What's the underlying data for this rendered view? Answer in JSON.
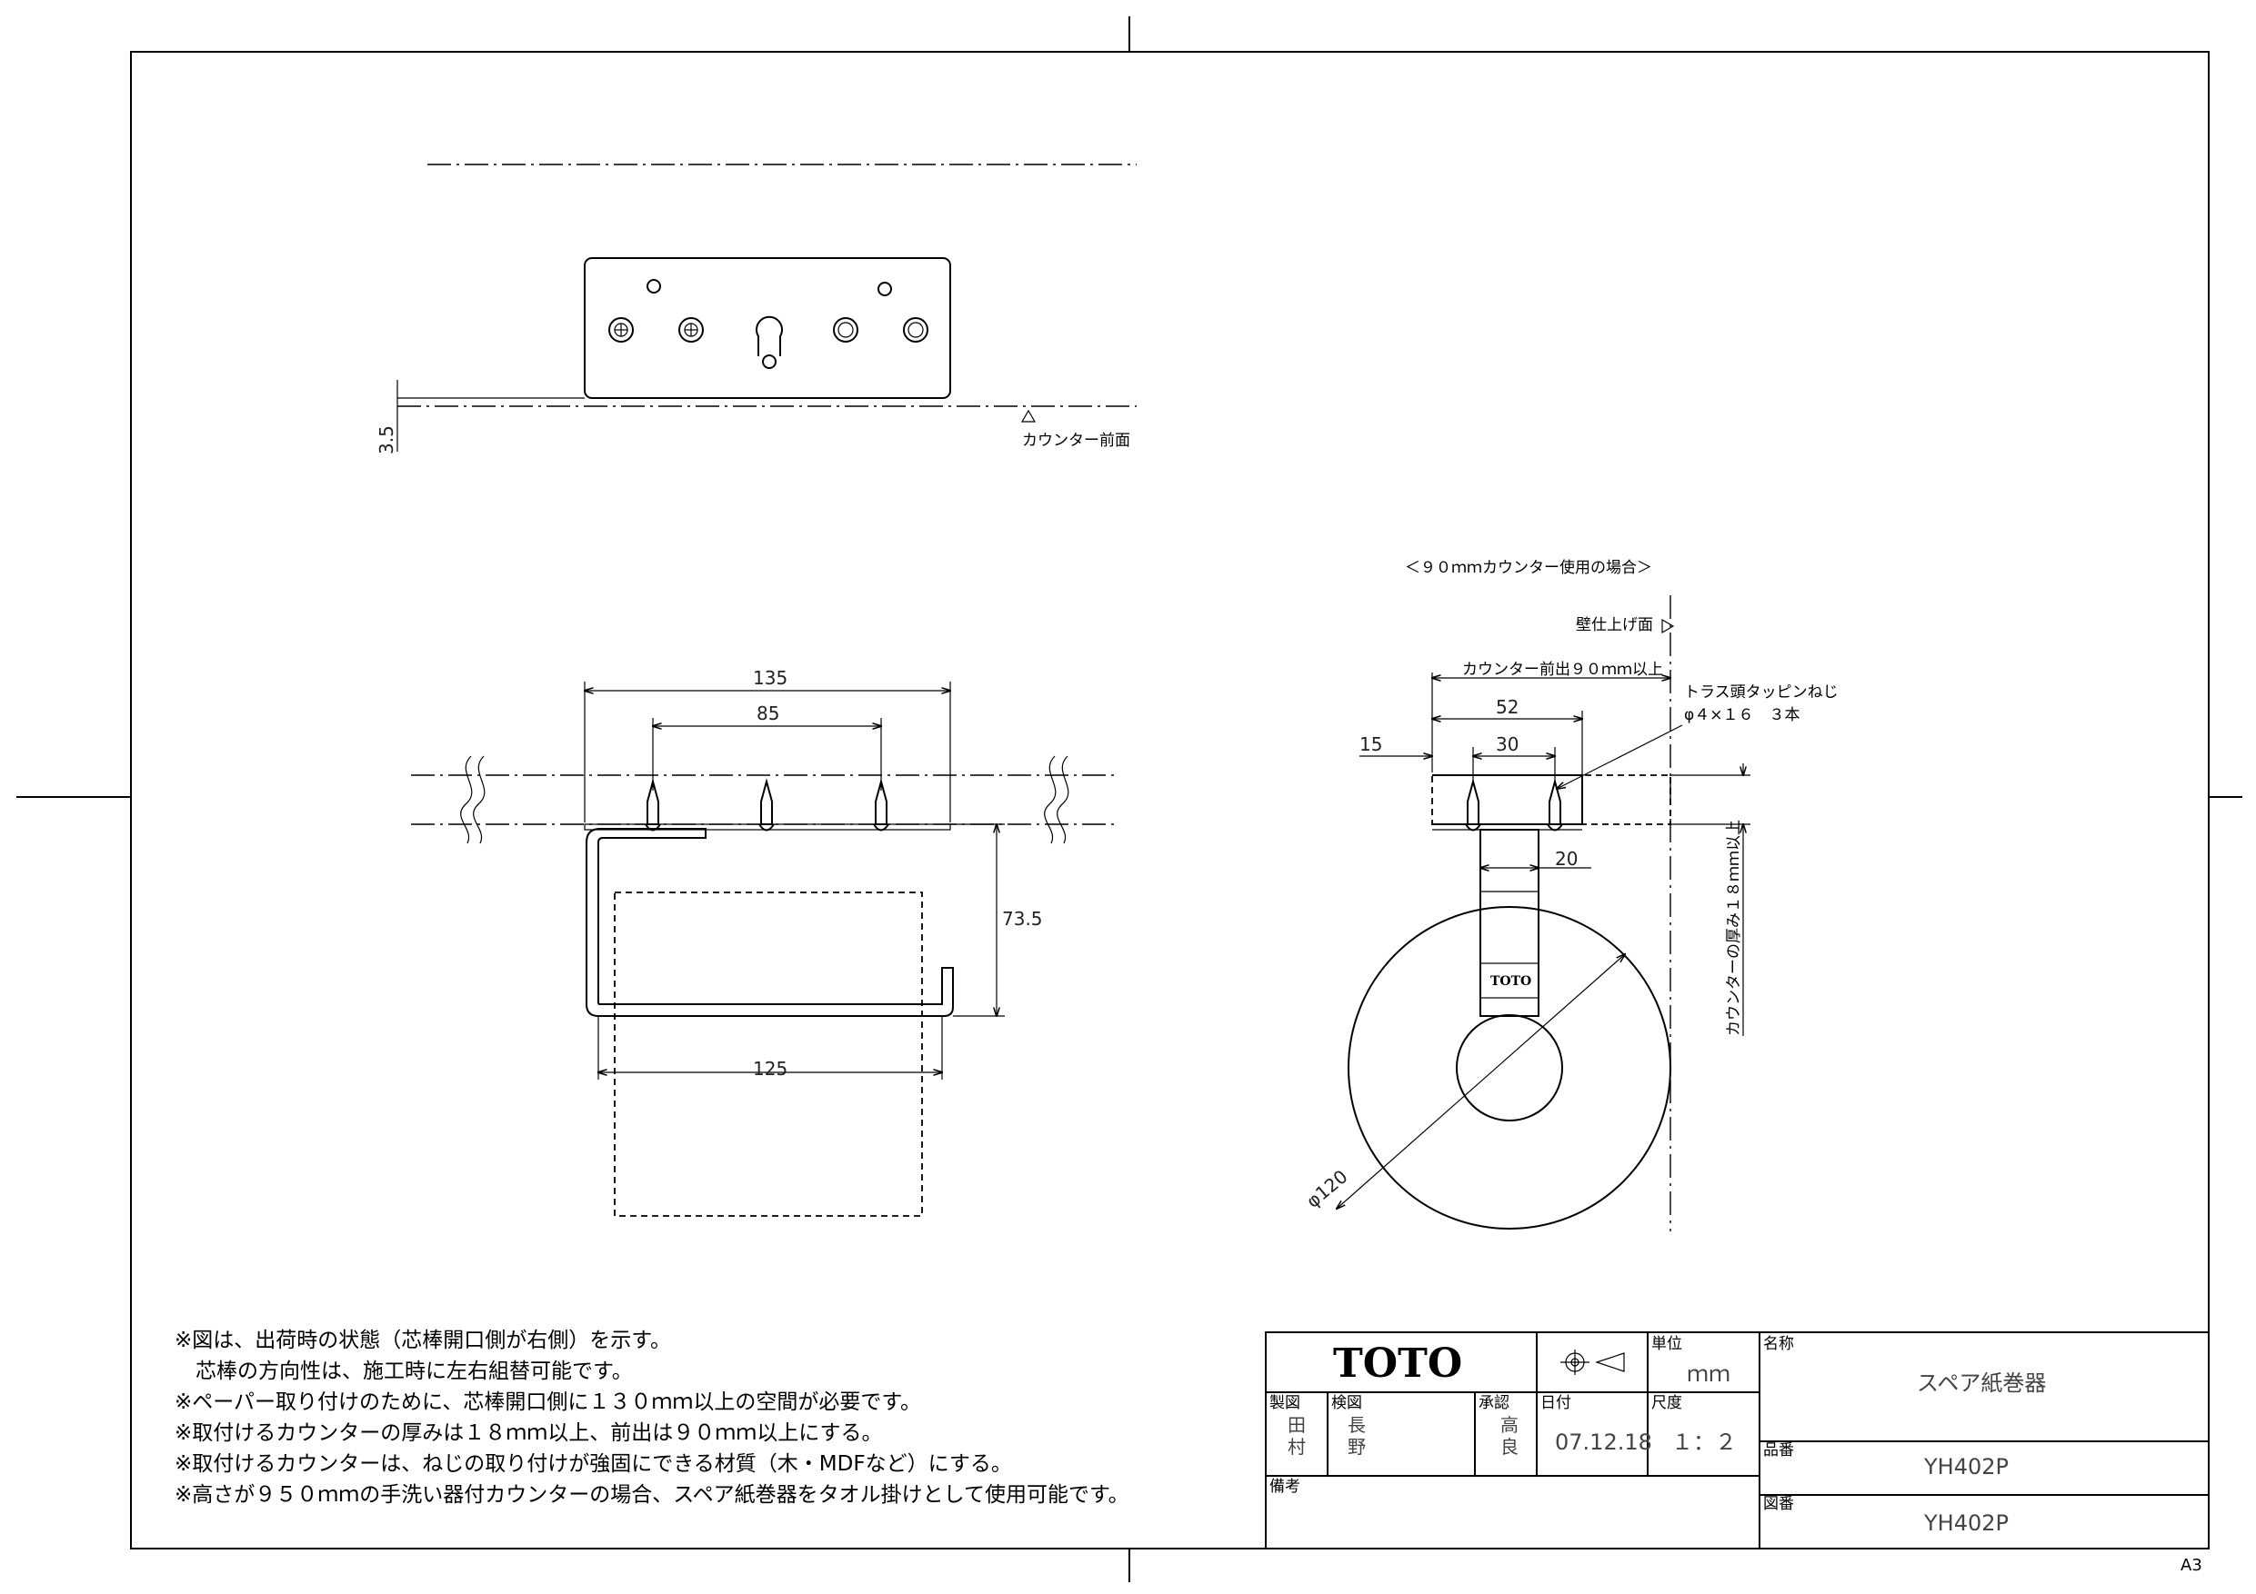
{
  "view_top": {
    "counter_front_label": "カウンター前面",
    "dim_edge": "3.5"
  },
  "view_front": {
    "dim_total_width": "135",
    "dim_screw_pitch": "85",
    "dim_projection": "73.5",
    "dim_paper_width": "125"
  },
  "view_side": {
    "title": "＜９０ｍｍカウンター使用の場合＞",
    "wall_finish_label": "壁仕上げ面",
    "counter_projection_label": "カウンター前出９０ｍｍ以上",
    "screw_label": "トラス頭タッピンねじ",
    "screw_spec": "φ４×１６　３本",
    "dim_52": "52",
    "dim_15": "15",
    "dim_30": "30",
    "dim_20": "20",
    "thickness_label": "カウンターの厚み１８ｍｍ以上",
    "dim_diameter": "φ120",
    "brand_mark": "TOTO"
  },
  "notes": [
    "※図は、出荷時の状態（芯棒開口側が右側）を示す。",
    "　芯棒の方向性は、施工時に左右組替可能です。",
    "※ペーパー取り付けのために、芯棒開口側に１３０ｍｍ以上の空間が必要です。",
    "※取付けるカウンターの厚みは１８ｍｍ以上、前出は９０ｍｍ以上にする。",
    "※取付けるカウンターは、ねじの取り付けが強固にできる材質（木・MDFなど）にする。",
    "※高さが９５０ｍｍの手洗い器付カウンターの場合、スペア紙巻器をタオル掛けとして使用可能です。"
  ],
  "title_block": {
    "logo": "TOTO",
    "unit_label": "単位",
    "unit_value": "ｍｍ",
    "name_label": "名称",
    "name_value": "スペア紙巻器",
    "drafted_label": "製図",
    "drafted_by": "田\n村",
    "checked_label": "検図",
    "checked_by": "長\n野",
    "approved_label": "承認",
    "approved_by": "高\n良",
    "date_label": "日付",
    "date_value": "07.12.18",
    "scale_label": "尺度",
    "scale_value": "１：２",
    "product_no_label": "品番",
    "product_no_value": "YH402P",
    "remarks_label": "備考",
    "drawing_no_label": "図番",
    "drawing_no_value": "YH402P"
  },
  "sheet_size": "A3"
}
